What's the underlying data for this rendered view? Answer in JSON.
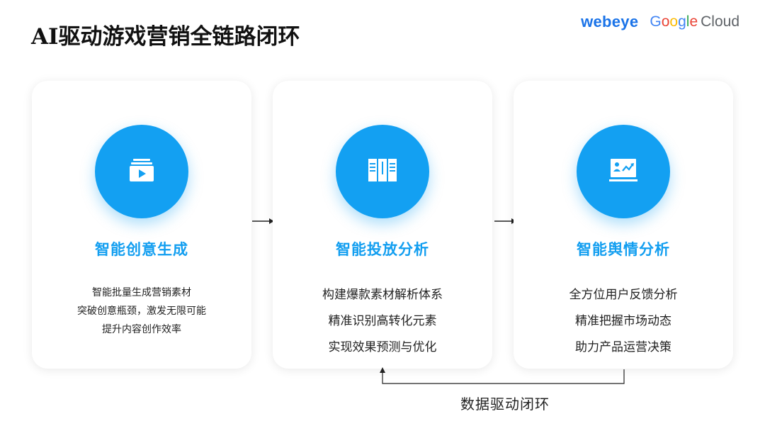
{
  "title": "AI驱动游戏营销全链路闭环",
  "logos": {
    "brand1": "webeye",
    "brand2_letters": [
      "G",
      "o",
      "o",
      "g",
      "l",
      "e"
    ],
    "brand2_suffix": "Cloud"
  },
  "colors": {
    "accent": "#13a0f2",
    "heading": "#129ef0",
    "text": "#222222"
  },
  "cards": [
    {
      "icon": "video-playlist-icon",
      "title": "智能创意生成",
      "lines": [
        "智能批量生成营销素材",
        "突破创意瓶颈，激发无限可能",
        "提升内容创作效率"
      ]
    },
    {
      "icon": "book-columns-icon",
      "title": "智能投放分析",
      "lines": [
        "构建爆款素材解析体系",
        "精准识别高转化元素",
        "实现效果预测与优化"
      ]
    },
    {
      "icon": "analytics-chart-icon",
      "title": "智能舆情分析",
      "lines": [
        "全方位用户反馈分析",
        "精准把握市场动态",
        "助力产品运营决策"
      ]
    }
  ],
  "feedback_loop_label": "数据驱动闭环"
}
